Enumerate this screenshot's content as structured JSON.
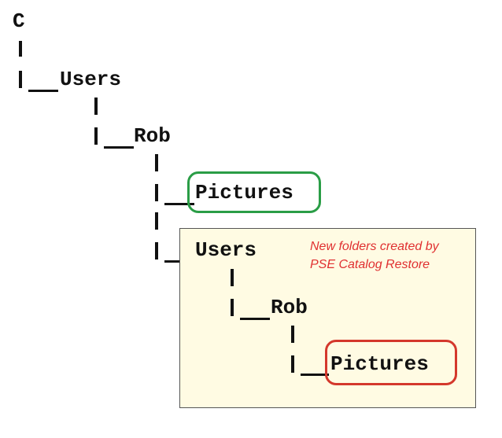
{
  "tree": {
    "root": {
      "label": "C"
    },
    "users": {
      "label": "Users"
    },
    "rob": {
      "label": "Rob"
    },
    "pictures": {
      "label": "Pictures",
      "highlight_color": "#2a9d46"
    }
  },
  "restore": {
    "background_color": "#fffbe3",
    "note": {
      "line1": "New folders created by",
      "line2": "PSE Catalog Restore",
      "color": "#e03030"
    },
    "users": {
      "label": "Users"
    },
    "rob": {
      "label": "Rob"
    },
    "pictures": {
      "label": "Pictures",
      "highlight_color": "#d4382c"
    }
  }
}
